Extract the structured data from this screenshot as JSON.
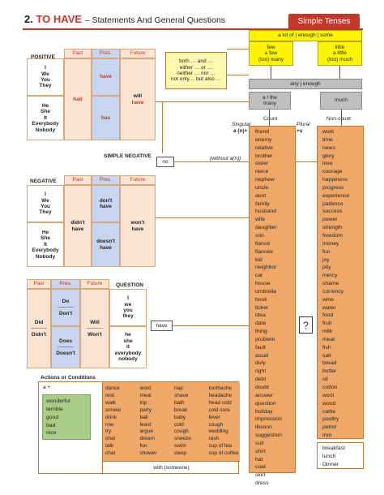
{
  "header": {
    "number": "2.",
    "title": "TO HAVE",
    "subtitle": "– Statements And General Questions",
    "tab": "Simple Tenses"
  },
  "quantifiers": {
    "top": [
      "a lot of",
      "enough",
      "some"
    ],
    "few": [
      "few",
      "a few",
      "(too) many"
    ],
    "little": [
      "little",
      "a little",
      "(too) much"
    ],
    "any_enough": "any  |  enough",
    "a_the_many": [
      "a / the",
      "many"
    ],
    "much": "much",
    "count": "Count",
    "noncount": "Non-count",
    "singular": "Singular",
    "singular_form": "a (n)+",
    "plural": "Plural",
    "plural_form": "+s"
  },
  "conjunctions": [
    "both … and …",
    "either … or …",
    "neither … nor …",
    "not only… but also …"
  ],
  "positive": {
    "label": "POSITIVE",
    "headers": [
      "Past",
      "Pres.",
      "Future"
    ],
    "subjects1": [
      "I",
      "We",
      "You",
      "They"
    ],
    "subjects2": [
      "He",
      "She",
      "It",
      "Everybody",
      "Nobody"
    ],
    "past": "had",
    "pres1": "have",
    "pres2": "has",
    "future": [
      "will",
      "have"
    ]
  },
  "simple_negative": {
    "label": "SIMPLE NEGATIVE",
    "no": "no",
    "without": "(without a(n))"
  },
  "negative": {
    "label": "NEGATIVE",
    "headers": [
      "Past",
      "Pres.",
      "Future"
    ],
    "subjects1": [
      "I",
      "We",
      "You",
      "They"
    ],
    "subjects2": [
      "He",
      "She",
      "It",
      "Everybody",
      "Nobody"
    ],
    "past": [
      "didn't",
      "have"
    ],
    "pres1": [
      "don't",
      "have"
    ],
    "pres2": [
      "doesn't",
      "have"
    ],
    "future": [
      "won't",
      "have"
    ]
  },
  "question": {
    "label": "QUESTION",
    "headers": [
      "Past",
      "Pres.",
      "Future"
    ],
    "past": [
      "Did",
      "---------",
      "Didn't"
    ],
    "pres1": [
      "Do",
      "---------",
      "Don't"
    ],
    "pres2": [
      "Does",
      "---------",
      "Doesn't"
    ],
    "future": [
      "Will",
      "---------",
      "Won't"
    ],
    "subjects1": [
      "I",
      "we",
      "you",
      "they"
    ],
    "subjects2": [
      "he",
      "she",
      "it",
      "everybody",
      "nobody"
    ],
    "have": "have",
    "mark": "?"
  },
  "count_nouns": [
    "friend",
    "enemy",
    "relative",
    "brother",
    "sister",
    "niece",
    "nephew",
    "uncle",
    "aunt",
    "family",
    "husband",
    "wife",
    "daughter",
    "son",
    "fiancé",
    "fiancée",
    "kid",
    "neighbor",
    "car",
    "house",
    "umbrella",
    "book",
    "ticket",
    "idea",
    "date",
    "thing",
    "problem",
    "fault",
    "asset",
    "duty",
    "right",
    "debt",
    "doubt",
    "answer",
    "question",
    "holiday",
    "impression",
    "illusion",
    "suggestion",
    "suit",
    "shirt",
    "hat",
    "coat",
    "skirt",
    "dress"
  ],
  "noncount_nouns": [
    "work",
    "time",
    "news",
    "glory",
    "love",
    "courage",
    "happiness",
    "progress",
    "experience",
    "patience",
    "success",
    "power",
    "strength",
    "freedom",
    "money",
    "fun",
    "joy",
    "pity",
    "mercy",
    "shame",
    "currency",
    "wine",
    "water",
    "food",
    "fruit",
    "milk",
    "meat",
    "fish",
    "salt",
    "bread",
    "butter",
    "oil",
    "cotton",
    "wool",
    "wood",
    "cattle",
    "poultry",
    "petrol",
    "iron"
  ],
  "meals": [
    "breakfast",
    "lunch",
    "Dinner"
  ],
  "actions": {
    "title": "Actions or Conditions",
    "a_plus": "a +",
    "adjectives": [
      "wonderful",
      "terrible",
      "good",
      "bad",
      "nice"
    ],
    "col1": [
      "dance",
      "rest",
      "walk",
      "smoke",
      "drink",
      "row",
      "try",
      "chat",
      "talk",
      "chat"
    ],
    "col2": [
      "word",
      "meal",
      "trip",
      "party",
      "ball",
      "feast",
      "argue",
      "dream",
      "fun",
      "shower"
    ],
    "col3": [
      "nap",
      "shave",
      "bath",
      "break",
      "baby",
      "cold",
      "cough",
      "sneeze",
      "swim",
      "sleep"
    ],
    "col4": [
      "toothache",
      "headache",
      "head cold",
      "cold sore",
      "fever",
      "cough",
      "wedding",
      "rash",
      "cup of tea",
      "cup of coffee"
    ],
    "with": "with (someone)"
  }
}
